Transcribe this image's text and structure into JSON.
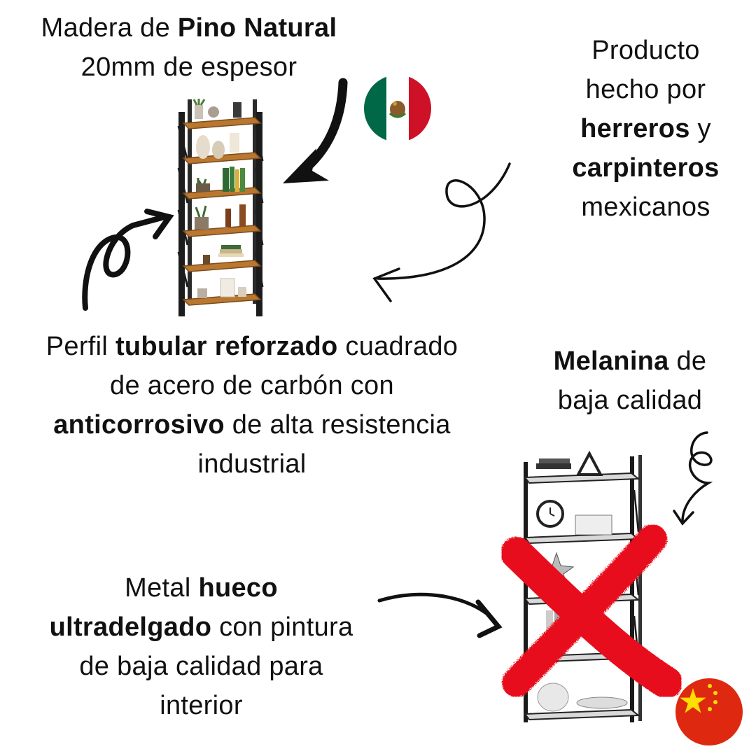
{
  "top_left": {
    "line1_prefix": "Madera de ",
    "line1_bold": "Pino Natural",
    "line2": "20mm de espesor"
  },
  "top_right": {
    "line1": "Producto",
    "line2": "hecho por",
    "line3_bold": "herreros",
    "line3_suffix": " y",
    "line4_bold": "carpinteros",
    "line5": "mexicanos"
  },
  "middle_left": {
    "line1_prefix": "Perfil ",
    "line1_bold": "tubular reforzado",
    "line1_suffix": " cuadrado",
    "line2": "de acero de carbón con",
    "line3_bold": "anticorrosivo",
    "line3_suffix": " de alta resistencia",
    "line4": "industrial"
  },
  "middle_right": {
    "line1_bold": "Melanina",
    "line1_suffix": " de",
    "line2": "baja calidad"
  },
  "bottom_left": {
    "line1_prefix": "Metal ",
    "line1_bold": "hueco",
    "line2_bold": "ultradelgado",
    "line2_suffix": " con pintura",
    "line3": "de baja calidad para",
    "line4": "interior"
  },
  "colors": {
    "text": "#111111",
    "wood": "#b9772f",
    "metal": "#1c1c1c",
    "mexico_green": "#006847",
    "mexico_red": "#ce1126",
    "china_red": "#de2910",
    "china_yellow": "#ffde00",
    "cross_red": "#e8101a"
  },
  "icons": [
    "mexico-flag-icon",
    "china-flag-icon",
    "red-x-icon"
  ]
}
